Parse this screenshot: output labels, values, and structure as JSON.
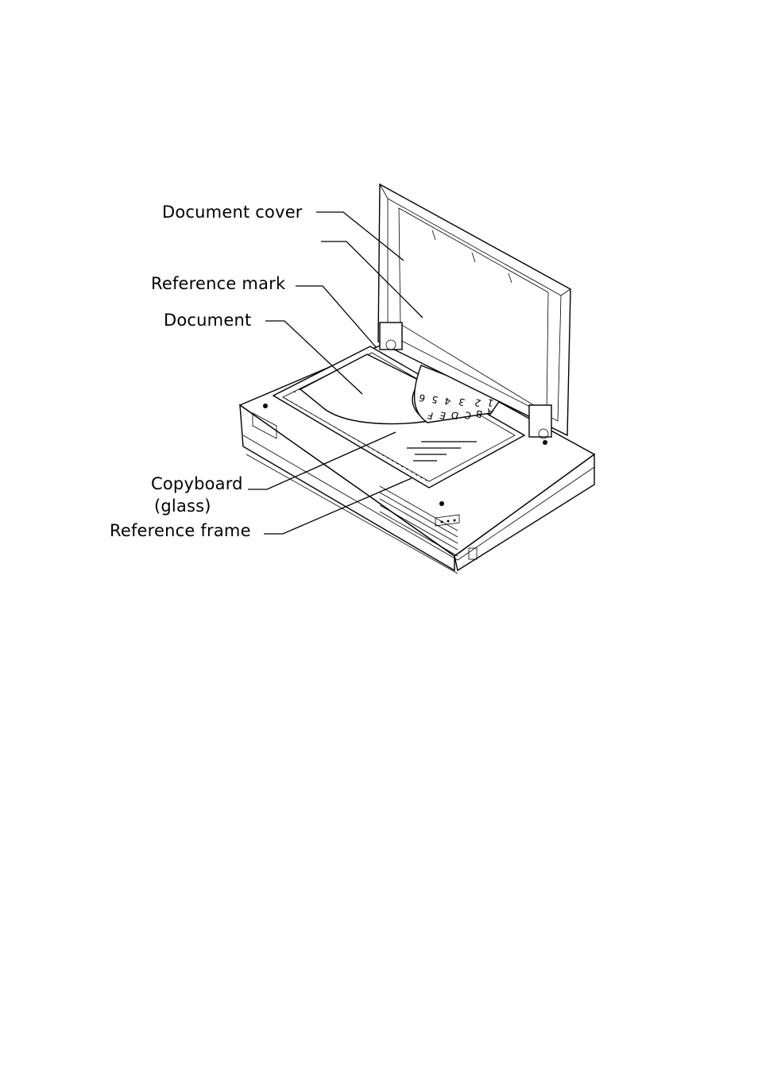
{
  "labels": {
    "document_cover": "Document cover",
    "reference_mark": "Reference mark",
    "document": "Document",
    "copyboard": "Copyboard",
    "copyboard_sub": "(glass)",
    "reference_frame": "Reference frame"
  },
  "page_marks": {
    "numbers": [
      "1",
      "2",
      "3",
      "4",
      "5",
      "6"
    ],
    "letters": [
      "A",
      "B",
      "C",
      "D",
      "E",
      "F"
    ]
  }
}
